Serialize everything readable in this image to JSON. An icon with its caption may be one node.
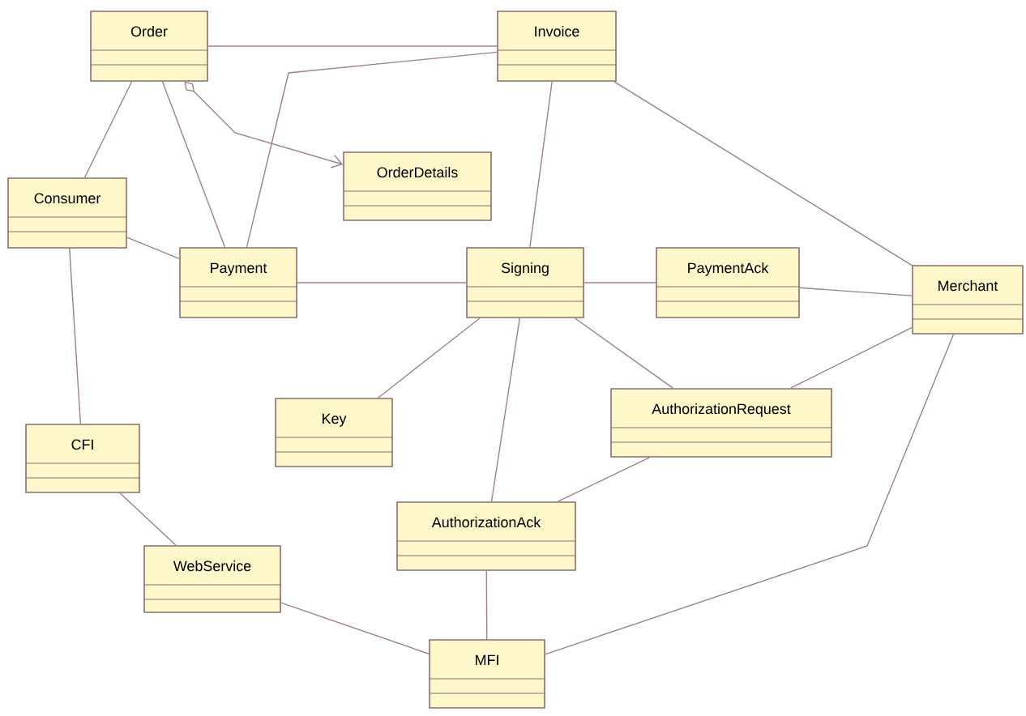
{
  "diagram": {
    "nodes": [
      {
        "text": [
          "Order"
        ]
      },
      {
        "text": [
          "Invoice"
        ]
      },
      {
        "text": [
          "OrderDetails"
        ]
      },
      {
        "text": [
          "Consumer"
        ]
      },
      {
        "text": [
          "Payment"
        ]
      },
      {
        "text": [
          "Signing"
        ]
      },
      {
        "text": [
          "PaymentAck"
        ]
      },
      {
        "text": [
          "Merchant"
        ]
      },
      {
        "text": [
          "Key"
        ]
      },
      {
        "text": [
          "AuthorizationRequest"
        ]
      },
      {
        "text": [
          "CFI"
        ]
      },
      {
        "text": [
          "AuthorizationAck"
        ]
      },
      {
        "text": [
          "WebService"
        ]
      },
      {
        "text": [
          "MFI"
        ]
      }
    ],
    "edges": [
      {
        "from": 0,
        "to": 1,
        "arrow": "none"
      },
      {
        "from": 0,
        "to": 2,
        "arrow": "to"
      },
      {
        "from": 0,
        "to": 3,
        "arrow": "none"
      },
      {
        "from": 0,
        "to": 4,
        "arrow": "none"
      },
      {
        "from": 1,
        "to": 4,
        "arrow": "none"
      },
      {
        "from": 3,
        "to": 4,
        "arrow": "none"
      },
      {
        "from": 3,
        "to": 10,
        "arrow": "none"
      },
      {
        "from": 4,
        "to": 5,
        "arrow": "none"
      },
      {
        "from": 1,
        "to": 5,
        "arrow": "none"
      },
      {
        "from": 1,
        "to": 7,
        "arrow": "none"
      },
      {
        "from": 5,
        "to": 6,
        "arrow": "none"
      },
      {
        "from": 6,
        "to": 7,
        "arrow": "none"
      },
      {
        "from": 5,
        "to": 8,
        "arrow": "none"
      },
      {
        "from": 5,
        "to": 9,
        "arrow": "none"
      },
      {
        "from": 5,
        "to": 11,
        "arrow": "none"
      },
      {
        "from": 7,
        "to": 9,
        "arrow": "none"
      },
      {
        "from": 9,
        "to": 11,
        "arrow": "none"
      },
      {
        "from": 10,
        "to": 12,
        "arrow": "none"
      },
      {
        "from": 12,
        "to": 13,
        "arrow": "none"
      },
      {
        "from": 11,
        "to": 13,
        "arrow": "none"
      },
      {
        "from": 7,
        "to": 13,
        "arrow": "none"
      }
    ]
  }
}
